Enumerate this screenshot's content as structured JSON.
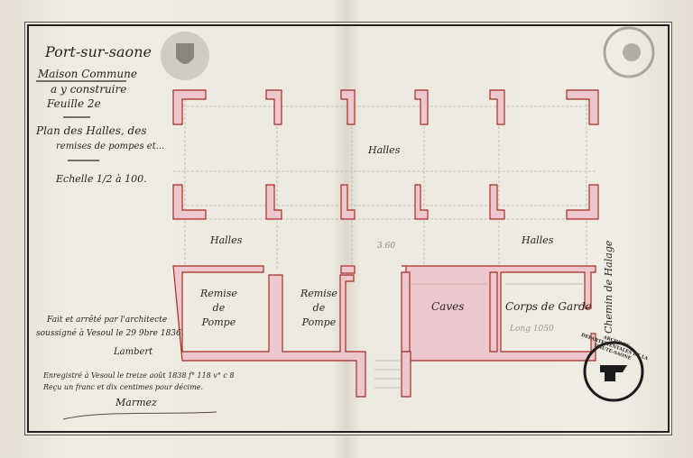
{
  "header": {
    "town": "Port-sur-saone",
    "subject_1": "Maison Commune",
    "subject_2": "a y construire",
    "sheet": "Feuille 2e",
    "plan_title_1": "Plan des Halles, des",
    "plan_title_2": "remises de pompes et...",
    "scale": "Echelle 1/2 à 100."
  },
  "rooms": {
    "halles_top": "Halles",
    "halles_left": "Halles",
    "halles_right": "Halles",
    "remise_1": [
      "Remise",
      "de",
      "Pompe"
    ],
    "remise_2": [
      "Remise",
      "de",
      "Pompe"
    ],
    "caves": "Caves",
    "corps_de_garde": "Corps de Garde",
    "chemin": "Chemin de Halage",
    "dimension": "3.60",
    "pencil_note": "Long 1050"
  },
  "notes": {
    "certification_1": "Fait et arrêté par l'architecte",
    "certification_2": "soussigné à Vesoul le 29 9bre 1836.",
    "architect_signature": "Lambert",
    "registration_1": "Enregistré à Vesoul le treize août 1838 f° 118 v° c 8",
    "registration_2": "Reçu un franc et dix centimes pour décime.",
    "registrar_signature": "Marmez"
  },
  "stamps": {
    "archives": "ARCHIVES DEPARTEMENTALES DE LA HAUTE-SAONE"
  },
  "colors": {
    "wall_fill": "#ecc7ce",
    "wall_edge": "#a52d22",
    "ink": "#2a2420"
  }
}
